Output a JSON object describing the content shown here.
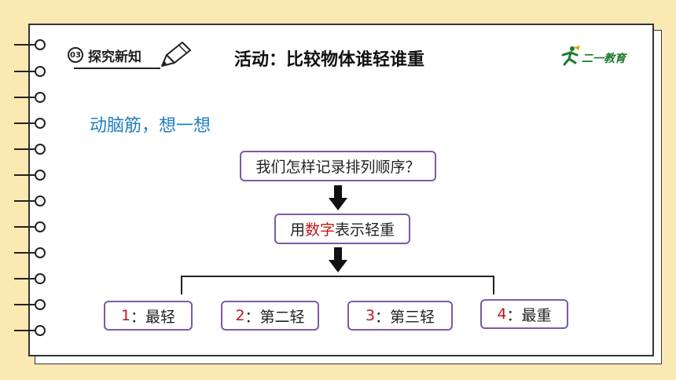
{
  "header": {
    "section_number": "03",
    "section_label": "探究新知",
    "title": "活动：比较物体谁轻谁重",
    "logo_text": "二一教育"
  },
  "content": {
    "prompt": "动脑筋，想一想",
    "question": "我们怎样记录排列顺序？",
    "answer_prefix": "用",
    "answer_highlight": "数字",
    "answer_suffix": "表示轻重",
    "items": [
      {
        "number": "1",
        "label": "：最轻"
      },
      {
        "number": "2",
        "label": "：第二轻"
      },
      {
        "number": "3",
        "label": "：第三轻"
      },
      {
        "number": "4",
        "label": "：最重"
      }
    ]
  },
  "colors": {
    "background": "#fbe9b4",
    "subtitle": "#1e7fc1",
    "box_border": "#7b5aa8",
    "highlight": "#c01818",
    "logo": "#1a7a2a"
  }
}
